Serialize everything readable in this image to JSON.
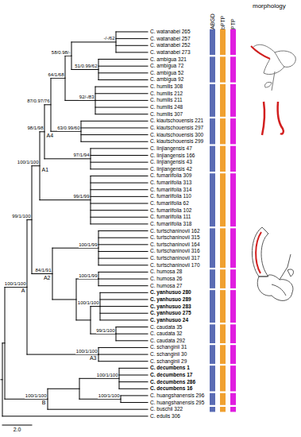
{
  "diagram": {
    "labels": [
      "C. watanabei 265",
      "C. watanabei 257",
      "C. watanabei 252",
      "C. watanabei 273",
      "C. ambigua 321",
      "C. ambigua 72",
      "C. ambigua 52",
      "C. ambigua 92",
      "C. humilis 308",
      "C. humilis 212",
      "C. humilis 211",
      "C. humilis 248",
      "C. humilis 307",
      "C. kiautschouensis 221",
      "C. kiautschouensis 297",
      "C. kiautschouensis 300",
      "C. kiautschouensis 299",
      "C. linjiangensis 47",
      "C. linjiangensis 166",
      "C. linjiangensis 43",
      "C. linjiangensis 42",
      "C. fumariifolia 309",
      "C. fumariifolia 313",
      "C. fumariifolia 314",
      "C. fumariifolia 110",
      "C. fumariifolia 62",
      "C. fumariifolia 102",
      "C. fumariifolia 111",
      "C. fumariifolia 318",
      "C. turtschaninovii 162",
      "C. turtschaninovii 315",
      "C. turtschaninovii 164",
      "C. turtschaninovii 316",
      "C. turtschaninovii 317",
      "C. turtschaninovii 170",
      "C. humosa 28",
      "C. humosa 26",
      "C. humosa 27",
      "C. yanhusuo 280",
      "C. yanhusuo 289",
      "C. yanhusuo 283",
      "C. yanhusuo 275",
      "C. yanhusuo 24",
      "C. caudata 35",
      "C. caudata 32",
      "C. caudata 292",
      "C. schanginii 31",
      "C. schanginii 30",
      "C. schanginii 29",
      "C. decumbens 1",
      "C. decumbens 17",
      "C. decumbens 286",
      "C. decumbens 16",
      "C. huangshanensis 296",
      "C. huangshanensis 295",
      "C. buschii 322",
      "C. edulis 306",
      "-/-/62",
      "58/0.98/-",
      "51/0.99/62",
      "64/1/68",
      "92/-/83",
      "87/0.97/76",
      "63/0.99/60",
      "98/1/98",
      "97/1/94",
      "A4",
      "100/1/100",
      "A1",
      "99/1/99",
      "99/1/100",
      "100/1/99",
      "100/1/99",
      "84/1/91",
      "A2",
      "100/1/100",
      "99/1/100",
      "100/1/100",
      "A",
      "100/1/100",
      "A3",
      "100/1/100",
      "100/1/100",
      "100/1/100",
      "B",
      "2.0",
      "ABGD",
      "bPTP",
      "PTP",
      "morphology"
    ]
  }
}
